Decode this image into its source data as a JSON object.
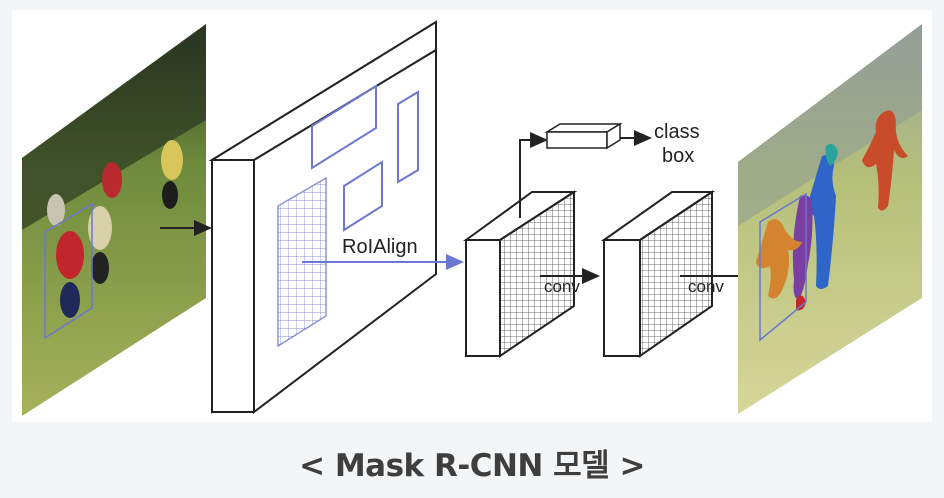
{
  "figure": {
    "labels": {
      "roi_align": "RoIAlign",
      "class": "class",
      "box": "box",
      "conv1": "conv",
      "conv2": "conv"
    },
    "input_image": "soccer-players-photo",
    "output_image": "segmented-masks-photo",
    "mask_colors": [
      "#d4842e",
      "#7a3fa0",
      "#2f64c8",
      "#2aa39a",
      "#c84c2a",
      "#6a8fe0"
    ],
    "outline_color": "#6b78d0"
  },
  "caption": "< Mask R-CNN 모델 >"
}
